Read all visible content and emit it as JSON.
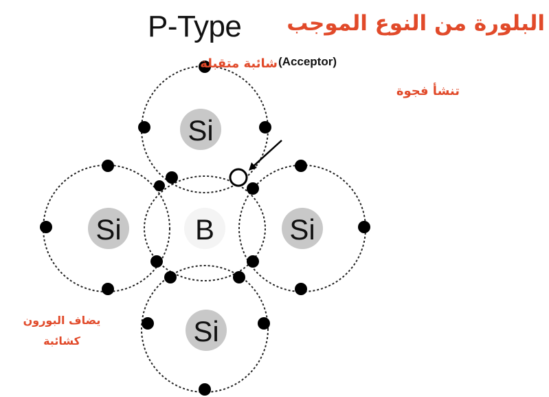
{
  "title": "P-Type",
  "arabic_title": "البلورة من النوع الموجب",
  "acceptor_label": "(Acceptor)",
  "arabic_line1": "شائبة متقبلة",
  "arabic_line2": "تنشأ فجوة",
  "arabic_note_line1": "يضاف البورون",
  "arabic_note_line2": "كشائبة",
  "atoms": {
    "top": "Si",
    "left": "Si",
    "center": "B",
    "right": "Si",
    "bottom": "Si"
  },
  "colors": {
    "arabic_text": "#e14a2a",
    "atom_fill": "#c8c8c8",
    "electron": "#000000"
  }
}
